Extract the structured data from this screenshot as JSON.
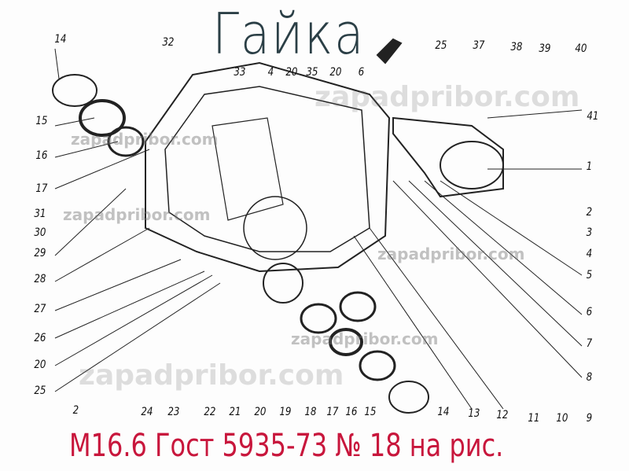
{
  "title": "Гайка",
  "caption": "M16.6 Гост 5935-73 № 18 на рис.",
  "watermark": "zapadpribor.com",
  "colors": {
    "title": "#2b3f46",
    "caption": "#c8163c"
  },
  "callouts": {
    "left": [
      "14",
      "15",
      "16",
      "17",
      "31",
      "30",
      "29",
      "28",
      "27",
      "26",
      "20",
      "25",
      "2"
    ],
    "top": [
      "32",
      "33",
      "4",
      "20",
      "35",
      "20",
      "6",
      "25",
      "37",
      "38",
      "39",
      "40",
      "41"
    ],
    "right": [
      "1",
      "2",
      "3",
      "4",
      "5",
      "6",
      "7",
      "8"
    ],
    "bottom": [
      "24",
      "23",
      "22",
      "21",
      "20",
      "19",
      "18",
      "17",
      "16",
      "15",
      "14",
      "13",
      "12",
      "11",
      "10",
      "9"
    ]
  }
}
